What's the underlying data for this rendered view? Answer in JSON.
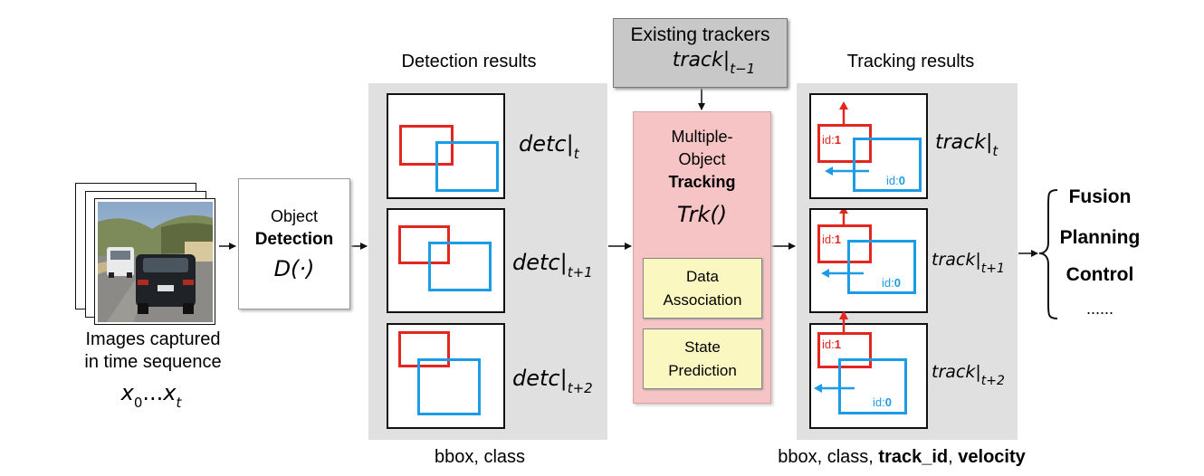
{
  "input": {
    "caption_line1": "Images captured",
    "caption_line2": "in time sequence",
    "sequence_symbol_start": "x",
    "sequence_sub_start": "0",
    "sequence_ellipsis": "...",
    "sequence_symbol_end": "x",
    "sequence_sub_end": "t"
  },
  "detector": {
    "line1": "Object",
    "line2": "Detection",
    "function": "D(·)"
  },
  "detection": {
    "heading": "Detection results",
    "footer": "bbox, class",
    "rows": [
      {
        "symbol": "detc",
        "subscript": "t"
      },
      {
        "symbol": "detc",
        "subscript": "t+1"
      },
      {
        "symbol": "detc",
        "subscript": "t+2"
      }
    ]
  },
  "trackers": {
    "line1": "Existing trackers",
    "symbol": "track",
    "subscript": "t−1"
  },
  "mot": {
    "line1": "Multiple-",
    "line2": "Object",
    "line3": "Tracking",
    "function": "Trk()",
    "sub_boxes": [
      {
        "line1": "Data",
        "line2": "Association"
      },
      {
        "line1": "State",
        "line2": "Prediction"
      }
    ]
  },
  "tracking": {
    "heading": "Tracking results",
    "footer_plain": "bbox, class, ",
    "footer_bold1": "track_id",
    "footer_sep": ", ",
    "footer_bold2": "velocity",
    "rows": [
      {
        "symbol": "track",
        "subscript": "t",
        "id_red_label": "id:",
        "id_red_value": "1",
        "id_blue_label": "id:",
        "id_blue_value": "0"
      },
      {
        "symbol": "track",
        "subscript": "t+1",
        "id_red_label": "id:",
        "id_red_value": "1",
        "id_blue_label": "id:",
        "id_blue_value": "0"
      },
      {
        "symbol": "track",
        "subscript": "t+2",
        "id_red_label": "id:",
        "id_red_value": "1",
        "id_blue_label": "id:",
        "id_blue_value": "0"
      }
    ]
  },
  "outputs": {
    "items": [
      "Fusion",
      "Planning",
      "Control"
    ],
    "ellipsis": "......"
  },
  "colors": {
    "red_box": "#e3261f",
    "blue_box": "#1c9be6",
    "panel_gray": "#e0e0e0",
    "trackers_gray": "#c8c8c8",
    "mot_pink": "#f6c4c4",
    "sub_yellow": "#fbf7c0"
  }
}
